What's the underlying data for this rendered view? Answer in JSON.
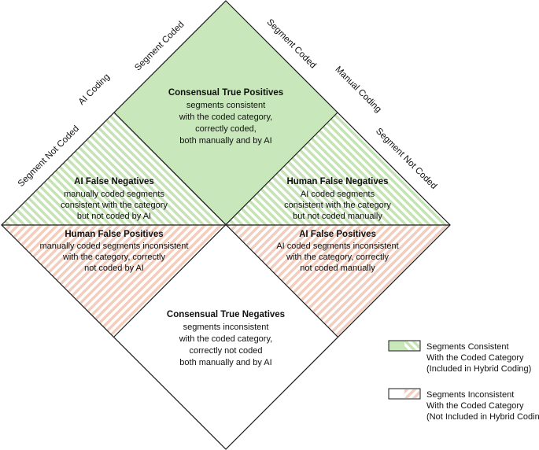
{
  "axes": {
    "ai_coding": "AI Coding",
    "manual_coding": "Manual Coding",
    "ai_segment_coded": "Segment Coded",
    "ai_segment_not_coded": "Segment Not Coded",
    "manual_segment_coded": "Segment Coded",
    "manual_segment_not_coded": "Segment Not Coded"
  },
  "quadrants": {
    "true_positives": {
      "title": "Consensual True Positives",
      "lines": [
        "segments consistent",
        "with the coded category,",
        "correctly coded,",
        "both manually and by AI"
      ]
    },
    "ai_false_negatives": {
      "title": "AI False Negatives",
      "lines": [
        "manually coded segments",
        "consistent with the category",
        "but not coded by AI"
      ]
    },
    "human_false_negatives": {
      "title": "Human False Negatives",
      "lines": [
        "AI coded segments",
        "consistent with the category",
        "but not coded manually"
      ]
    },
    "human_false_positives": {
      "title": "Human False Positives",
      "lines": [
        "manually coded segments inconsistent",
        "with the category, correctly",
        "not coded by AI"
      ]
    },
    "ai_false_positives": {
      "title": "AI False Positives",
      "lines": [
        "AI coded segments inconsistent",
        "with the category, correctly",
        "not coded manually"
      ]
    },
    "true_negatives": {
      "title": "Consensual True Negatives",
      "lines": [
        "segments inconsistent",
        "with the coded category,",
        "correctly not coded",
        "both manually and by AI"
      ]
    }
  },
  "legend": {
    "consistent": [
      "Segments Consistent",
      "With the Coded Category",
      "(Included in Hybrid Coding)"
    ],
    "inconsistent": [
      "Segments Inconsistent",
      "With the Coded Category",
      "(Not Included in Hybrid Coding)"
    ]
  },
  "colors": {
    "consistent_fill": "#c8e8bb",
    "consistent_stripe": "#c5e3b5",
    "inconsistent_stripe": "#f3cdbd",
    "outline": "#1a1a1a"
  }
}
